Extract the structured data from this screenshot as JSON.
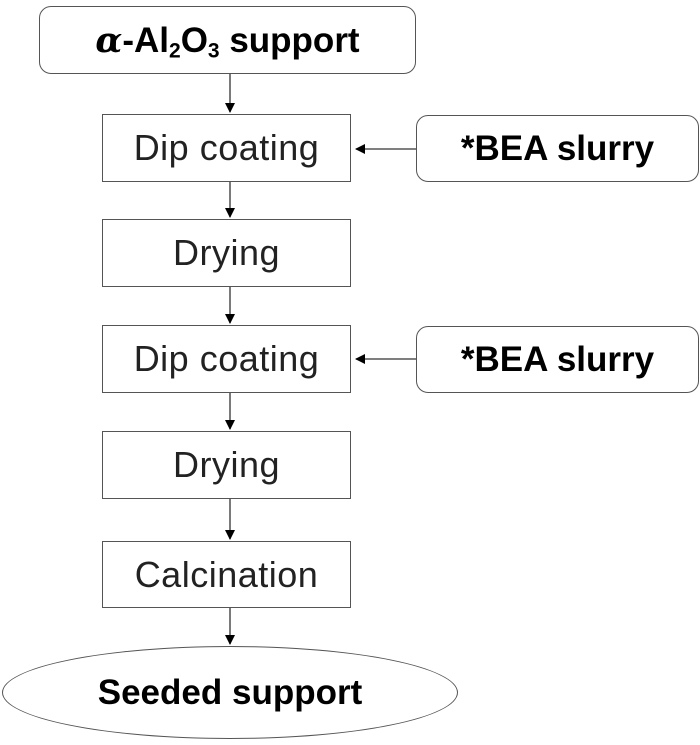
{
  "diagram": {
    "start": {
      "greek": "α",
      "dash": "-Al",
      "sub1": "2",
      "mid": "O",
      "sub2": "3",
      "rest": " support"
    },
    "steps": [
      {
        "label": "Dip coating"
      },
      {
        "label": "Drying"
      },
      {
        "label": "Dip coating"
      },
      {
        "label": "Drying"
      },
      {
        "label": "Calcination"
      }
    ],
    "inputs": [
      {
        "label": "*BEA slurry"
      },
      {
        "label": "*BEA slurry"
      }
    ],
    "end": {
      "label": "Seeded support"
    }
  }
}
